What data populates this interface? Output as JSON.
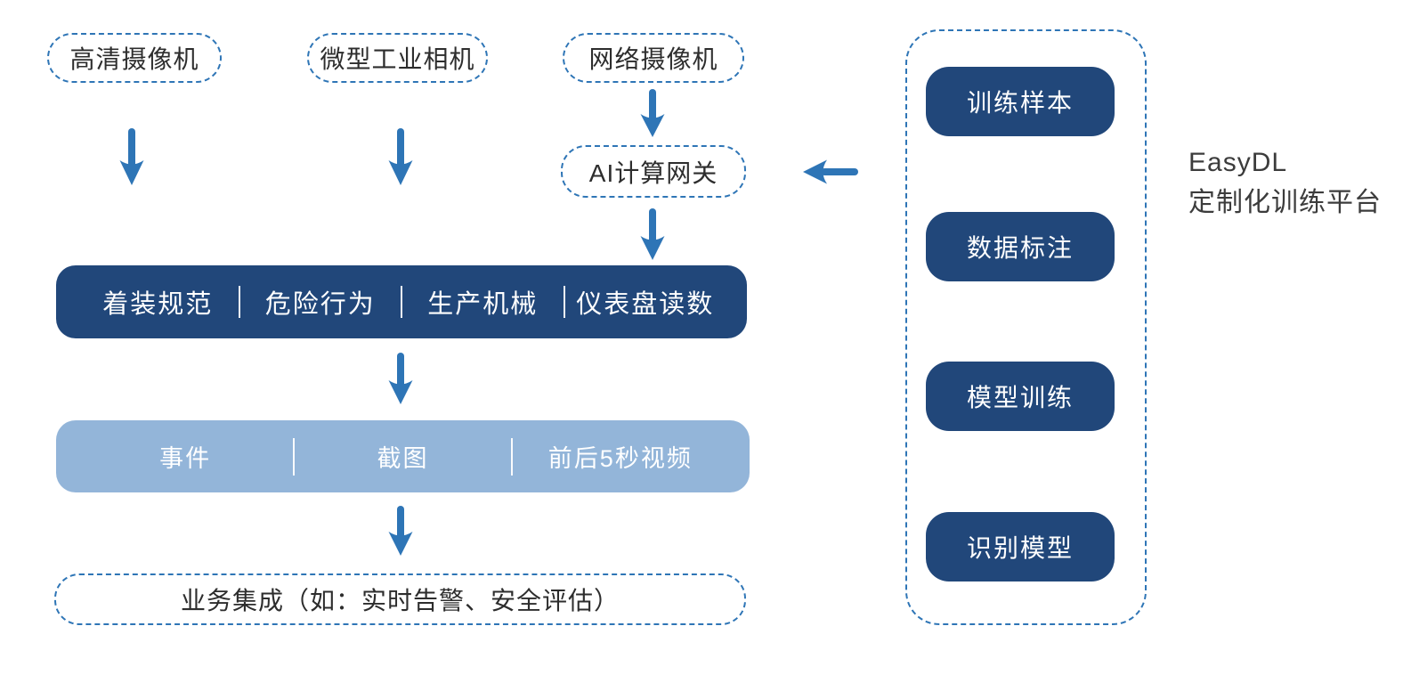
{
  "palette": {
    "arrow_blue": "#2E75B6",
    "dashed_border_blue": "#2E75B6",
    "dark_navy": "#21477A",
    "light_blue": "#93B5D9",
    "text_dark": "#2D2D2D",
    "text_white": "#FFFFFF"
  },
  "sources": [
    {
      "label": "高清摄像机"
    },
    {
      "label": "微型工业相机"
    },
    {
      "label": "网络摄像机"
    }
  ],
  "gateway": {
    "label": "AI计算网关"
  },
  "detection_bar": {
    "items": [
      "着装规范",
      "危险行为",
      "生产机械",
      "仪表盘读数"
    ]
  },
  "output_bar": {
    "items": [
      "事件",
      "截图",
      "前后5秒视频"
    ]
  },
  "integration": {
    "label": "业务集成（如：实时告警、安全评估）"
  },
  "platform": {
    "steps": [
      "训练样本",
      "数据标注",
      "模型训练",
      "识别模型"
    ],
    "caption_line1": "EasyDL",
    "caption_line2": "定制化训练平台"
  }
}
